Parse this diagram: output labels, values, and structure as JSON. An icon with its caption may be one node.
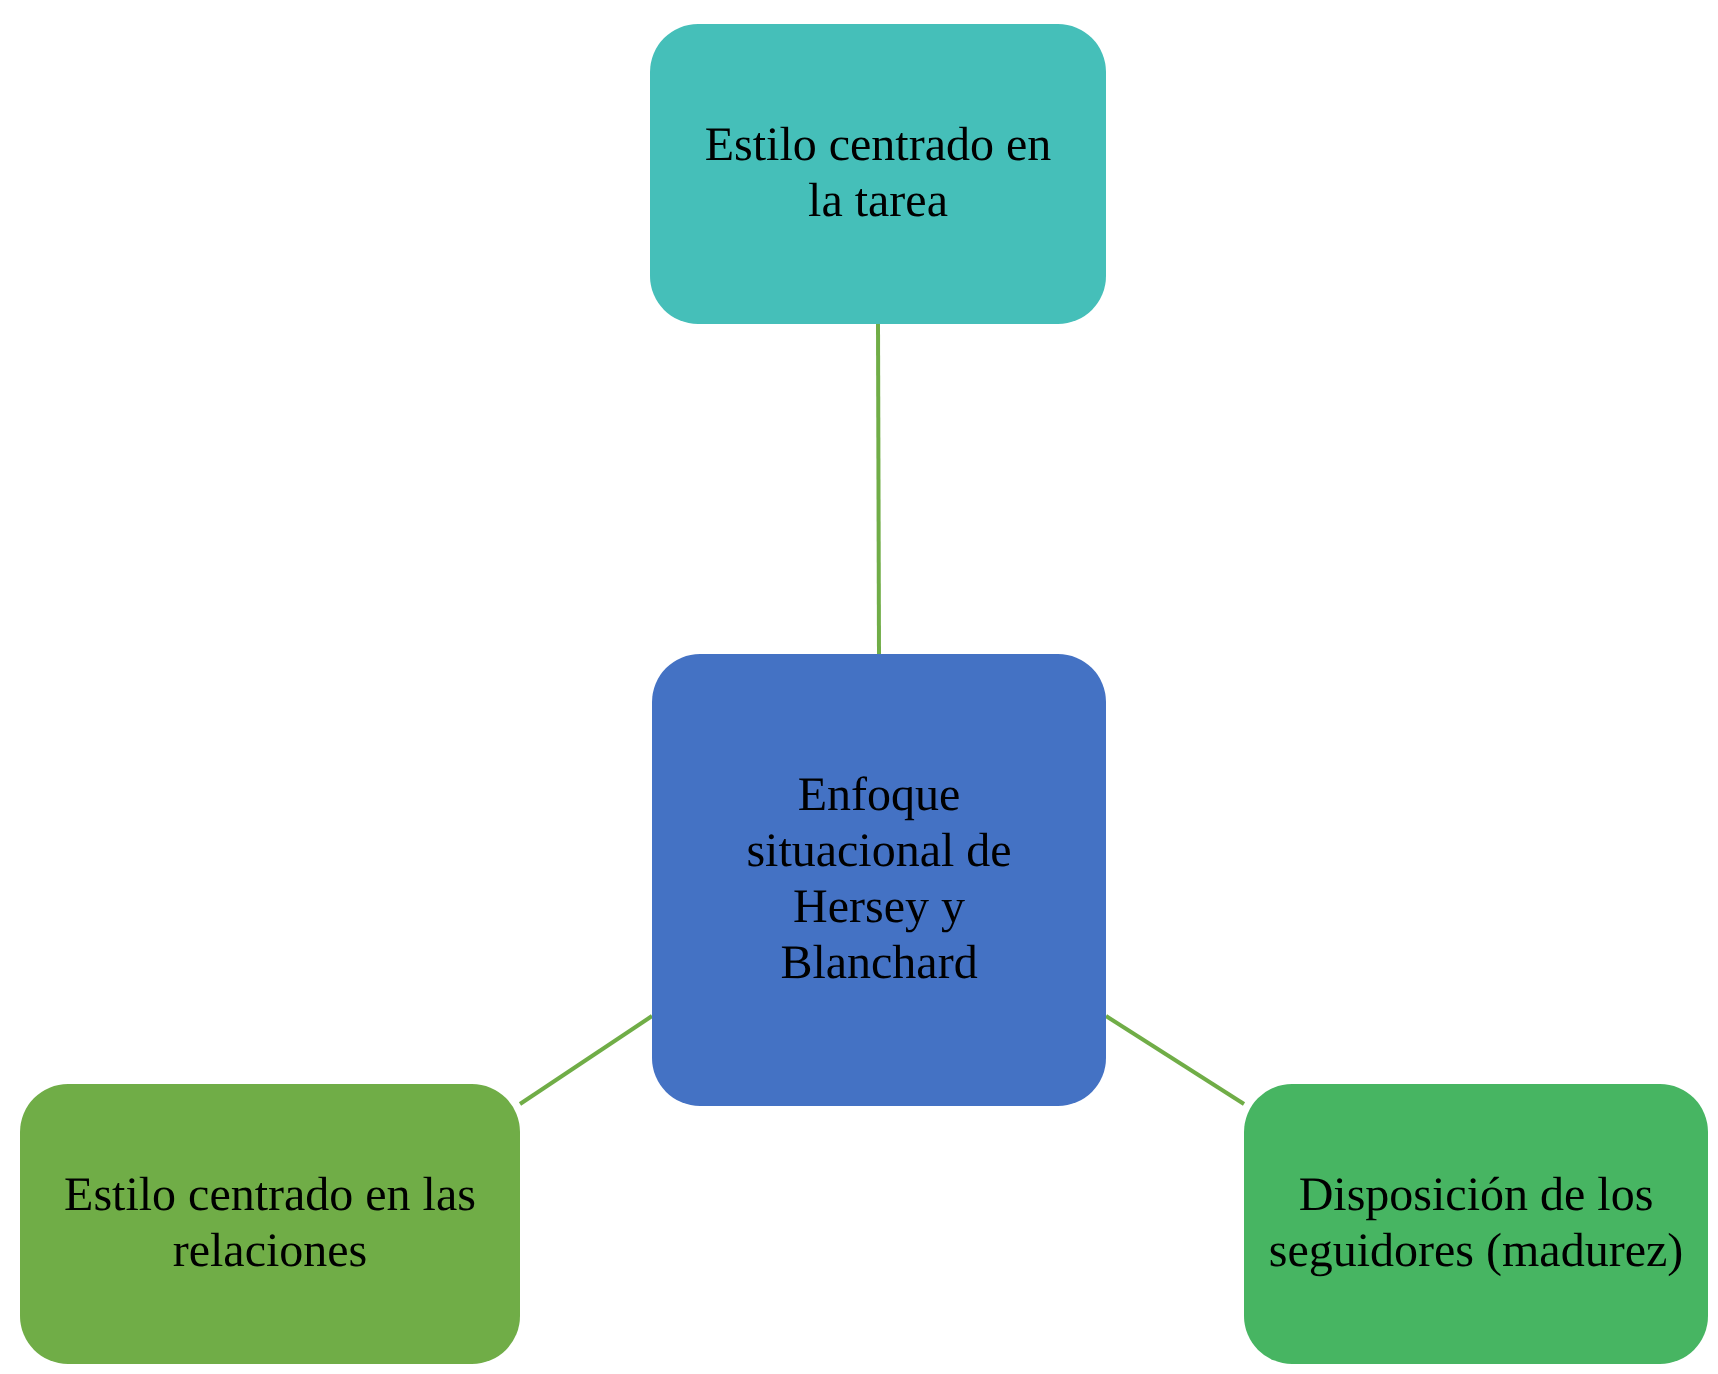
{
  "diagram": {
    "nodes": [
      {
        "text": [
          "Estilo centrado en la tarea"
        ]
      },
      {
        "text": [
          "Enfoque situacional de Hersey y Blanchard"
        ]
      },
      {
        "text": [
          "Estilo centrado en las relaciones"
        ]
      },
      {
        "text": [
          "Disposición de los seguidores (madurez)"
        ]
      }
    ],
    "edges": [
      {
        "from": 1,
        "to": 0,
        "arrow": "none"
      },
      {
        "from": 1,
        "to": 2,
        "arrow": "none"
      },
      {
        "from": 1,
        "to": 3,
        "arrow": "none"
      }
    ]
  }
}
